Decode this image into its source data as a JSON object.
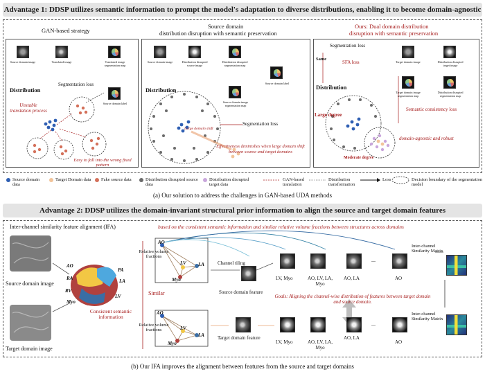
{
  "advantage1": {
    "banner": "Advantage 1: DDSP utilizes semantic information to prompt the model's adaptation to diverse distributions, enabling it to become domain-agnostic",
    "gan": {
      "title": "GAN-based strategy",
      "source_image": "Source domain image",
      "translated_image": "Translated image",
      "translated_seg": "Translated image segmentation map",
      "distribution": "Distribution",
      "seg_loss": "Segmentation loss",
      "source_label": "Source domain label",
      "unstable": "Unstable translation process",
      "easy_fall": "Easy to fall into the wrong fixed pattern"
    },
    "sdd": {
      "title_line1": "Source domain",
      "title_line2": "distribution disruption with semantic preservation",
      "source_image": "Source domain image",
      "disrupted_image": "Distribution disrupted source image",
      "disrupted_seg": "Distribution disrupted segmentation map",
      "source_seg": "Source domain image segmentation map",
      "source_label": "Source domain label",
      "distribution": "Distribution",
      "seg_loss": "Segmentation loss",
      "large_shift": "Large domain shift",
      "effectiveness": "Effectiveness diminishes when large domain shift between source and target domains"
    },
    "ours": {
      "title_line1": "Ours: Dual domain distribution",
      "title_line2": "disruption with semantic preservation",
      "seg_loss": "Segmentation loss",
      "same": "Same",
      "sfa": "SFA loss",
      "distribution": "Distribution",
      "large_degree": "Large degree",
      "moderate_degree": "Moderate degree",
      "semantic_consistency": "Semantic consistency loss",
      "domain_agnostic": "domain-agnostic and robust",
      "target_image": "Target domain image",
      "target_disrupted": "Distribution disrupted target image",
      "target_seg": "Target domain image segmentation map",
      "disrupted_seg": "Distribution disrupted segmentation map"
    },
    "legend": [
      {
        "label": "Source domain data",
        "color": "#2f5fb3"
      },
      {
        "label": "Target Domain data",
        "color": "#f2c49a"
      },
      {
        "label": "Fake source data",
        "color": "#d4705a"
      },
      {
        "label": "Distribution disrupted source data",
        "color": "#6b6b6b"
      },
      {
        "label": "Distribution disrupted target data",
        "color": "#c9a6dc"
      },
      {
        "label": "GAN-based translation"
      },
      {
        "label": "Distribution transformation"
      },
      {
        "label": "Loss"
      },
      {
        "label": "Decision boundary of the segmentation model"
      }
    ],
    "caption": "(a) Our solution to address the challenges in GAN-based UDA methods"
  },
  "advantage2": {
    "banner": "Advantage 2: DDSP utilizes the domain-invariant structural prior information to align the source and target domain features",
    "ifa_title": "Inter-channel similarity feature alignment (IFA)",
    "ifa_desc": "based on the consistent semantic information and similar relative volume fractions between structures across domains",
    "source_image": "Source domain image",
    "target_image": "Target domain image",
    "heart_labels": [
      "AO",
      "PA",
      "RA",
      "RV",
      "LA",
      "LV",
      "Myo"
    ],
    "consistent": "Consistent semantic information",
    "similar": "Similar",
    "relative_volume": "Relative volume fractions",
    "graph_nodes": [
      "AO",
      "LV",
      "LA",
      "Myo"
    ],
    "channel_tiling": "Channel tiling",
    "source_feature": "Source domain feature",
    "target_feature": "Target domain feature",
    "source_channels": [
      "LV, Myo",
      "AO, LV, LA, Myo",
      "AO, LA",
      "...",
      "AO"
    ],
    "target_channels": [
      "LV, Myo",
      "AO, LV, LA, Myo",
      "AO, LA",
      "...",
      "AO"
    ],
    "goals": "Goals: Aligning the channel-wise distribution of features between target domain and source domain.",
    "matrix_label": "Inter-channel Similarity Matrix",
    "caption": "(b) Our IFA improves the alignment between features from the source and target domains"
  },
  "colors": {
    "source": "#2f5fb3",
    "target": "#f2c49a",
    "fake": "#d4705a",
    "disrupted_source": "#6b6b6b",
    "disrupted_target": "#c9a6dc",
    "accent_red": "#a61b1b"
  }
}
